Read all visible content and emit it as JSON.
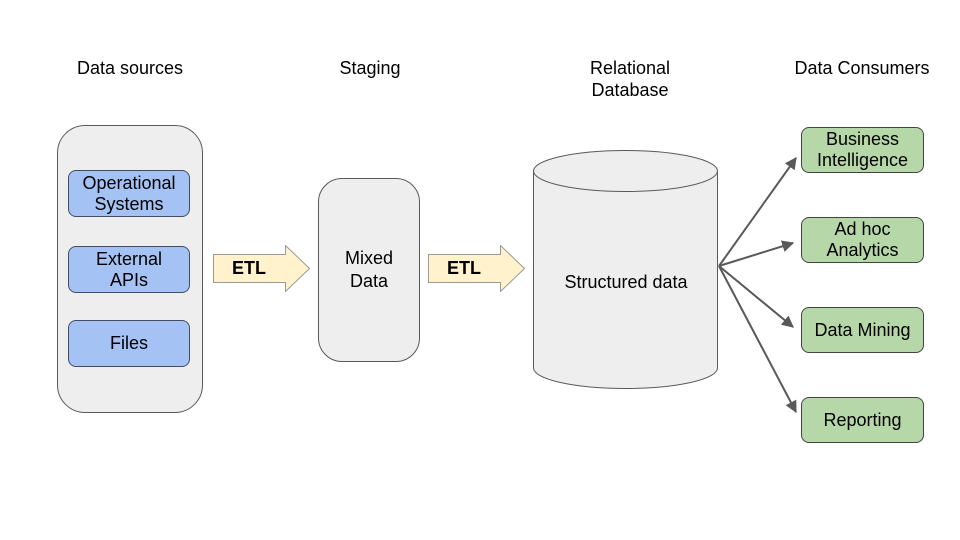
{
  "headers": {
    "sources": "Data sources",
    "staging": "Staging",
    "database": "Relational\nDatabase",
    "consumers": "Data Consumers"
  },
  "sources": {
    "items": [
      {
        "label": "Operational\nSystems"
      },
      {
        "label": "External\nAPIs"
      },
      {
        "label": "Files"
      }
    ]
  },
  "etl": {
    "label": "ETL"
  },
  "staging": {
    "label": "Mixed\nData"
  },
  "database": {
    "label": "Structured data"
  },
  "consumers": {
    "items": [
      {
        "label": "Business\nIntelligence"
      },
      {
        "label": "Ad hoc\nAnalytics"
      },
      {
        "label": "Data Mining"
      },
      {
        "label": "Reporting"
      }
    ]
  },
  "colors": {
    "background": "#ffffff",
    "gray_shape_fill": "#eeeeee",
    "gray_shape_stroke": "#595959",
    "blue_fill": "#a4c2f4",
    "green_fill": "#b6d7a8",
    "yellow_fill": "#fff2cc",
    "yellow_stroke": "#999999",
    "connector_color": "#595959",
    "text_color": "#000000"
  }
}
